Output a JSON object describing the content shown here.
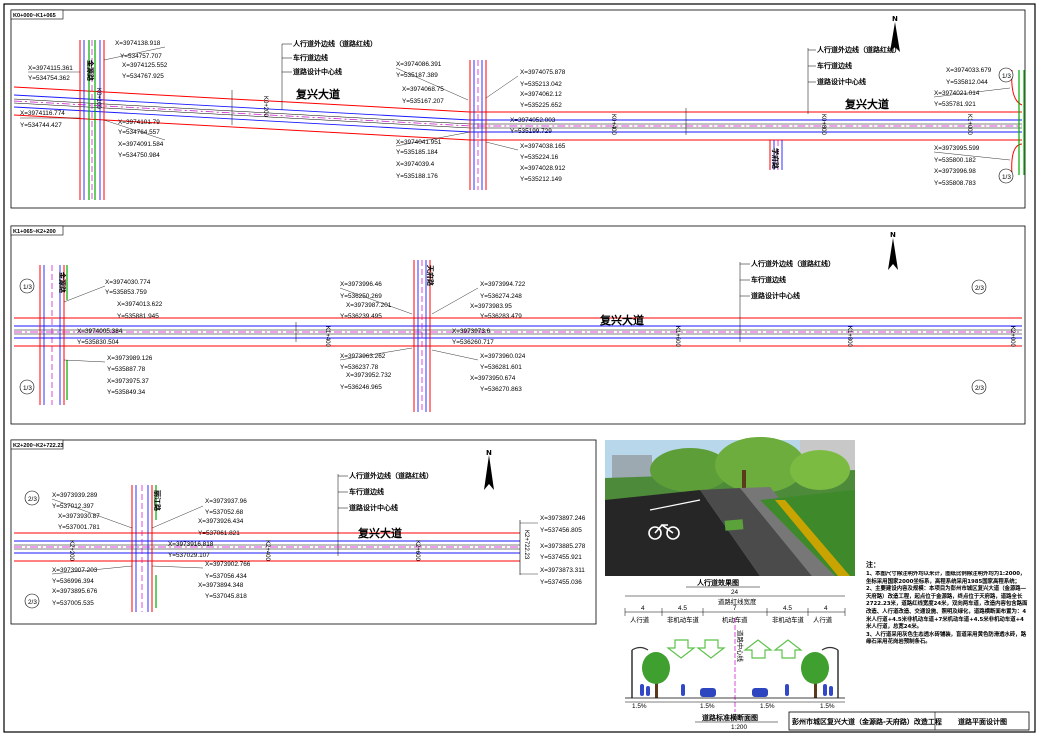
{
  "sections": [
    {
      "title": "K0+000~K1+065",
      "road_name": "复兴大道",
      "cross_roads": [
        "金源路",
        "学府路"
      ],
      "legend": [
        "人行道外边线（道路红线）",
        "车行道边线",
        "道路设计中心线"
      ],
      "stations": [
        "K0+100",
        "K0+200",
        "K0+400",
        "K0+600",
        "K0+800",
        "K1+000"
      ],
      "coords": [
        [
          "X=3974115.361",
          "Y=534754.362"
        ],
        [
          "X=3974138.918",
          "Y=534757.707"
        ],
        [
          "X=3974125.552",
          "Y=534767.925"
        ],
        [
          "X=3974116.774",
          "Y=534744.427"
        ],
        [
          "X=3974101.79",
          "Y=534764.557"
        ],
        [
          "X=3974091.584",
          "Y=534750.984"
        ],
        [
          "X=3974086.391",
          "Y=535187.389"
        ],
        [
          "X=3974068.75",
          "Y=535167.207"
        ],
        [
          "X=3974041.951",
          "Y=535185.184"
        ],
        [
          "X=3974039.4",
          "Y=535188.176"
        ],
        [
          "X=3974075.878",
          "Y=535213.042"
        ],
        [
          "X=3974062.12",
          "Y=535225.652"
        ],
        [
          "X=3974052.003",
          "Y=535199.729"
        ],
        [
          "X=3974038.165",
          "Y=535224.16"
        ],
        [
          "X=3974028.912",
          "Y=535212.149"
        ],
        [
          "X=3974033.679",
          "Y=535812.044"
        ],
        [
          "X=3974021.014",
          "Y=535781.921"
        ],
        [
          "X=3973995.599",
          "Y=535800.182"
        ],
        [
          "X=3973996.98",
          "Y=535808.783"
        ]
      ],
      "match_marks": [
        "1/3"
      ]
    },
    {
      "title": "K1+065~K2+200",
      "road_name": "复兴大道",
      "cross_roads": [
        "金源路",
        "天府路"
      ],
      "legend": [
        "人行道外边线（道路红线）",
        "车行道边线",
        "道路设计中心线"
      ],
      "stations": [
        "K1+400",
        "K1+600",
        "K1+800",
        "K2+000"
      ],
      "coords": [
        [
          "X=3974030.774",
          "Y=535853.759"
        ],
        [
          "X=3974013.622",
          "Y=535881.945"
        ],
        [
          "X=3974005.384",
          "Y=535830.504"
        ],
        [
          "X=3973989.126",
          "Y=535887.78"
        ],
        [
          "X=3973975.37",
          "Y=535849.34"
        ],
        [
          "X=3973996.46",
          "Y=536250.269"
        ],
        [
          "X=3973987.201",
          "Y=536239.495"
        ],
        [
          "X=3973963.262",
          "Y=536237.78"
        ],
        [
          "X=3973952.732",
          "Y=536246.965"
        ],
        [
          "X=3973994.722",
          "Y=536274.248"
        ],
        [
          "X=3973983.95",
          "Y=536283.479"
        ],
        [
          "X=3973973.6",
          "Y=536260.717"
        ],
        [
          "X=3973960.024",
          "Y=536281.601"
        ],
        [
          "X=3973950.674",
          "Y=536270.863"
        ]
      ],
      "match_marks": [
        "1/3",
        "2/3"
      ]
    },
    {
      "title": "K2+200~K2+722.23",
      "road_name": "复兴大道",
      "cross_roads": [
        "丽江路"
      ],
      "legend": [
        "人行道外边线（道路红线）",
        "车行道边线",
        "道路设计中心线"
      ],
      "stations": [
        "K2+200",
        "K2+400",
        "K2+600",
        "K2+722.23"
      ],
      "coords": [
        [
          "X=3973939.289",
          "Y=537012.397"
        ],
        [
          "X=3973930.87",
          "Y=537001.781"
        ],
        [
          "X=3973907.203",
          "Y=536996.394"
        ],
        [
          "X=3973895.676",
          "Y=537005.535"
        ],
        [
          "X=3973937.96",
          "Y=537052.68"
        ],
        [
          "X=3973926.434",
          "Y=537061.821"
        ],
        [
          "X=3973916.818",
          "Y=537029.107"
        ],
        [
          "X=3973902.766",
          "Y=537056.434"
        ],
        [
          "X=3973894.348",
          "Y=537045.818"
        ],
        [
          "X=3973897.246",
          "Y=537456.805"
        ],
        [
          "X=3973885.278",
          "Y=537455.921"
        ],
        [
          "X=3973873.311",
          "Y=537455.036"
        ]
      ],
      "match_marks": [
        "2/3"
      ]
    }
  ],
  "cross_section": {
    "photo_caption": "人行道效果图",
    "total_width": "24",
    "total_label": "道路红线宽度",
    "widths": [
      "4",
      "4.5",
      "7",
      "4.5",
      "4"
    ],
    "zones": [
      "人行道",
      "非机动车道",
      "机动车道",
      "非机动车道",
      "人行道"
    ],
    "slopes": [
      "1.5%",
      "1.5%",
      "1.5%",
      "1.5%"
    ],
    "centre_label": "道路中心线",
    "title": "道路标准横断面图",
    "scale": "1:200"
  },
  "notes": {
    "heading": "注：",
    "items": [
      "1、本图尺寸除注明外均以米计，图纸比例除注明外均为1:2000，坐标采用国家2000坐标系，高程系统采用1985国家高程系统；",
      "2、主要建设内容及规模：本项目为彭州市城区复兴大道（金源路—天府路）改造工程，起点位于金源路，终点位于天府路，道路全长2722.23米，道路红线宽度24米，双向两车道，改造内容包含路面改造、人行道改造、交通设施、照明及绿化，道路横断面布置为：4米人行道+4.5米非机动车道+7米机动车道+4.5米非机动车道+4米人行道，总宽24米。",
      "3、人行道采用灰色生态透水砖铺装，盲道采用黄色防滑透水砖，路缘石采用花岗岩预制条石。"
    ]
  },
  "title_block": {
    "project": "彭州市城区复兴大道（金源路-天府路）改造工程",
    "drawing": "道路平面设计图"
  },
  "colors": {
    "red_line": "#ff0000",
    "blue_line": "#1a1aff",
    "centre_line": "#cc00cc",
    "green_median": "#00aa00",
    "cyan_line": "#00bcd4"
  }
}
